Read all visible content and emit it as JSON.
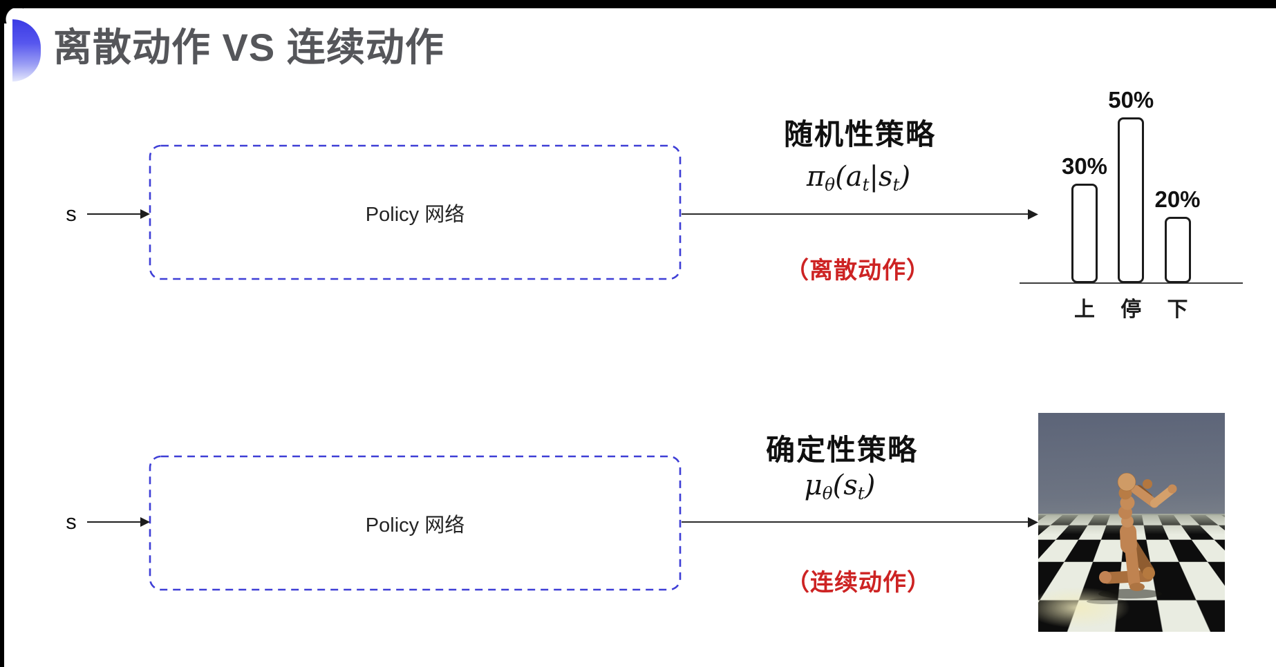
{
  "colors": {
    "accent_blue_dashed": "#3e3ed6",
    "red_note": "#cd2323",
    "title_gray": "#55565a"
  },
  "title": {
    "text": "离散动作 VS 连续动作"
  },
  "top_flow": {
    "input_label": "s",
    "box_label": "Policy 网络",
    "policy_name": "随机性策略",
    "formula": [
      {
        "t": "π",
        "sub": false
      },
      {
        "t": "θ",
        "sub": true
      },
      {
        "t": "(a",
        "sub": false
      },
      {
        "t": "t",
        "sub": true
      },
      {
        "t": "|s",
        "sub": false
      },
      {
        "t": "t",
        "sub": true
      },
      {
        "t": ")",
        "sub": false
      }
    ],
    "action_note": "（离散动作）"
  },
  "bottom_flow": {
    "input_label": "s",
    "box_label": "Policy 网络",
    "policy_name": "确定性策略",
    "formula": [
      {
        "t": "μ",
        "sub": false
      },
      {
        "t": "θ",
        "sub": true
      },
      {
        "t": "(s",
        "sub": false
      },
      {
        "t": "t",
        "sub": true
      },
      {
        "t": ")",
        "sub": false
      }
    ],
    "action_note": "（连续动作）"
  },
  "chart_data": {
    "type": "bar",
    "title": "",
    "xlabel": "",
    "ylabel": "",
    "categories": [
      "上",
      "停",
      "下"
    ],
    "values": [
      30,
      50,
      20
    ],
    "value_labels": [
      "30%",
      "50%",
      "20%"
    ],
    "ylim": [
      0,
      55
    ],
    "grid": false,
    "legend": "none",
    "bar_style": "white fill, black rounded outline"
  }
}
